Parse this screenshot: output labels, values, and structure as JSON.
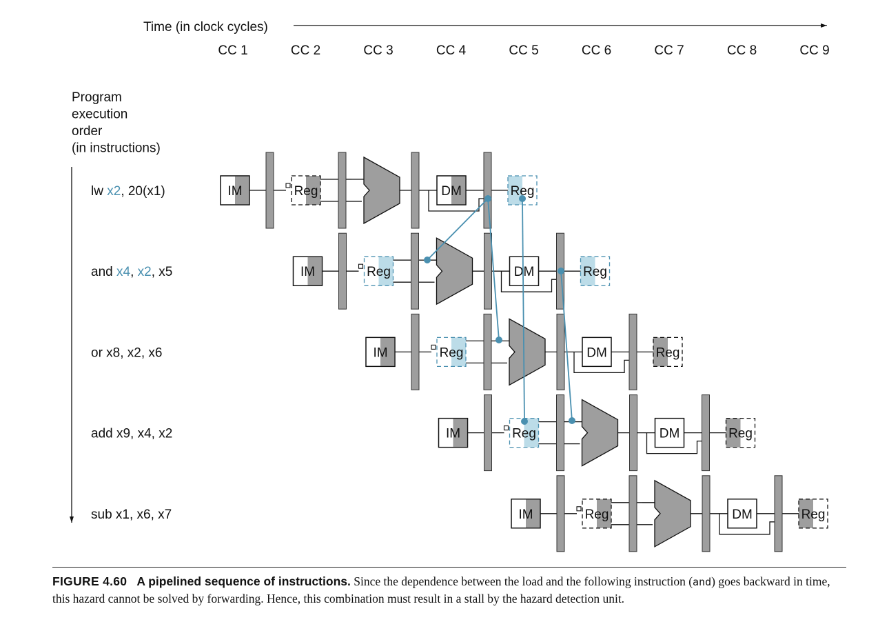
{
  "colors": {
    "accent": "#4a90b0",
    "accent_fill": "#bcdce8",
    "stage_gray": "#9e9e9e",
    "ink": "#111111"
  },
  "time_axis": {
    "label": "Time (in clock cycles)",
    "cycles": [
      "CC 1",
      "CC 2",
      "CC 3",
      "CC 4",
      "CC 5",
      "CC 6",
      "CC 7",
      "CC 8",
      "CC 9"
    ]
  },
  "order_axis": {
    "label_lines": [
      "Program",
      "execution",
      "order",
      "(in instructions)"
    ]
  },
  "stage_labels": {
    "im": "IM",
    "reg": "Reg",
    "dm": "DM"
  },
  "instructions": [
    {
      "parts": [
        {
          "t": "lw ",
          "h": false
        },
        {
          "t": "x2",
          "h": true
        },
        {
          "t": ", 20(x1)",
          "h": false
        }
      ],
      "reg_read_highlight": false,
      "reg_write_highlight": true
    },
    {
      "parts": [
        {
          "t": "and ",
          "h": false
        },
        {
          "t": "x4",
          "h": true
        },
        {
          "t": ", ",
          "h": false
        },
        {
          "t": "x2",
          "h": true
        },
        {
          "t": ", x5",
          "h": false
        }
      ],
      "reg_read_highlight": true,
      "reg_write_highlight": true
    },
    {
      "parts": [
        {
          "t": "or x8, x2, x6",
          "h": false
        }
      ],
      "reg_read_highlight": true,
      "reg_write_highlight": false
    },
    {
      "parts": [
        {
          "t": "add x9, x4, x2",
          "h": false
        }
      ],
      "reg_read_highlight": true,
      "reg_write_highlight": false
    },
    {
      "parts": [
        {
          "t": "sub x1, x6, x7",
          "h": false
        }
      ],
      "reg_read_highlight": false,
      "reg_write_highlight": false
    }
  ],
  "caption": {
    "figure": "FIGURE 4.60",
    "title": "A pipelined sequence of instructions.",
    "text_before": "Since the dependence between the load and the following instruction (",
    "code": "and",
    "text_after": ") goes backward in time, this hazard cannot be solved by forwarding. Hence, this combination must result in a stall by the hazard detection unit."
  }
}
